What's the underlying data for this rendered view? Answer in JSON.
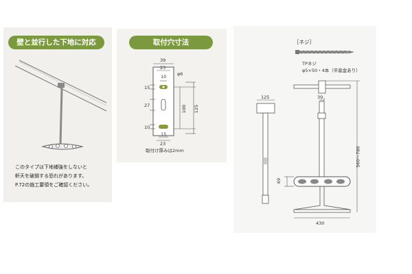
{
  "panel1": {
    "header": "壁と並行した下地に対応",
    "note_lines": [
      "このタイプは下地補強をしないと",
      "軒天を破損する恐れがあります。",
      "P.72の施工要領をご確認ください。"
    ]
  },
  "panel2": {
    "header": "取付穴寸法",
    "dims": {
      "top_width": "39",
      "w1": "23",
      "w2": "10",
      "hole": "φ6",
      "h1": "15",
      "h2": "27",
      "h3": "10",
      "v1": "100",
      "v2": "125",
      "w3": "15",
      "w4": "23"
    },
    "caption": "取付け厚みは2mm"
  },
  "panel3": {
    "screw_label": "［ネジ］",
    "screw_spec_1": "TPネジ",
    "screw_spec_2": "φ5×50・4本（平座金あり）",
    "dims": {
      "base": "125",
      "pole": "39",
      "height_range": "560〜780",
      "arm_height": "69",
      "width": "430"
    }
  }
}
